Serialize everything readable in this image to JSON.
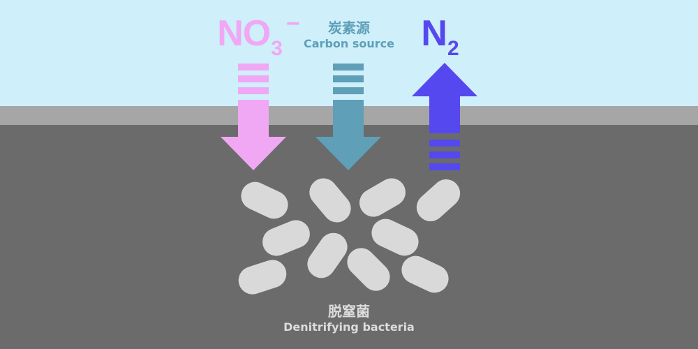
{
  "colors": {
    "sky": "#cfeffa",
    "surface": "#a6a6a6",
    "soil": "#6b6b6b",
    "nitrate": "#f0a8f4",
    "carbon": "#5f9fb8",
    "nitrogen_gas": "#5548ef",
    "bacteria": "#d9d9d9",
    "label_light": "#dcdcdc"
  },
  "nitrate": {
    "base": "NO",
    "subscript": "3",
    "charge": "−"
  },
  "carbon_source": {
    "label_jp": "炭素源",
    "label_en": "Carbon source"
  },
  "nitrogen_gas": {
    "base": "N",
    "subscript": "2"
  },
  "bacteria": {
    "label_jp": "脱窒菌",
    "label_en": "Denitrifying bacteria"
  }
}
